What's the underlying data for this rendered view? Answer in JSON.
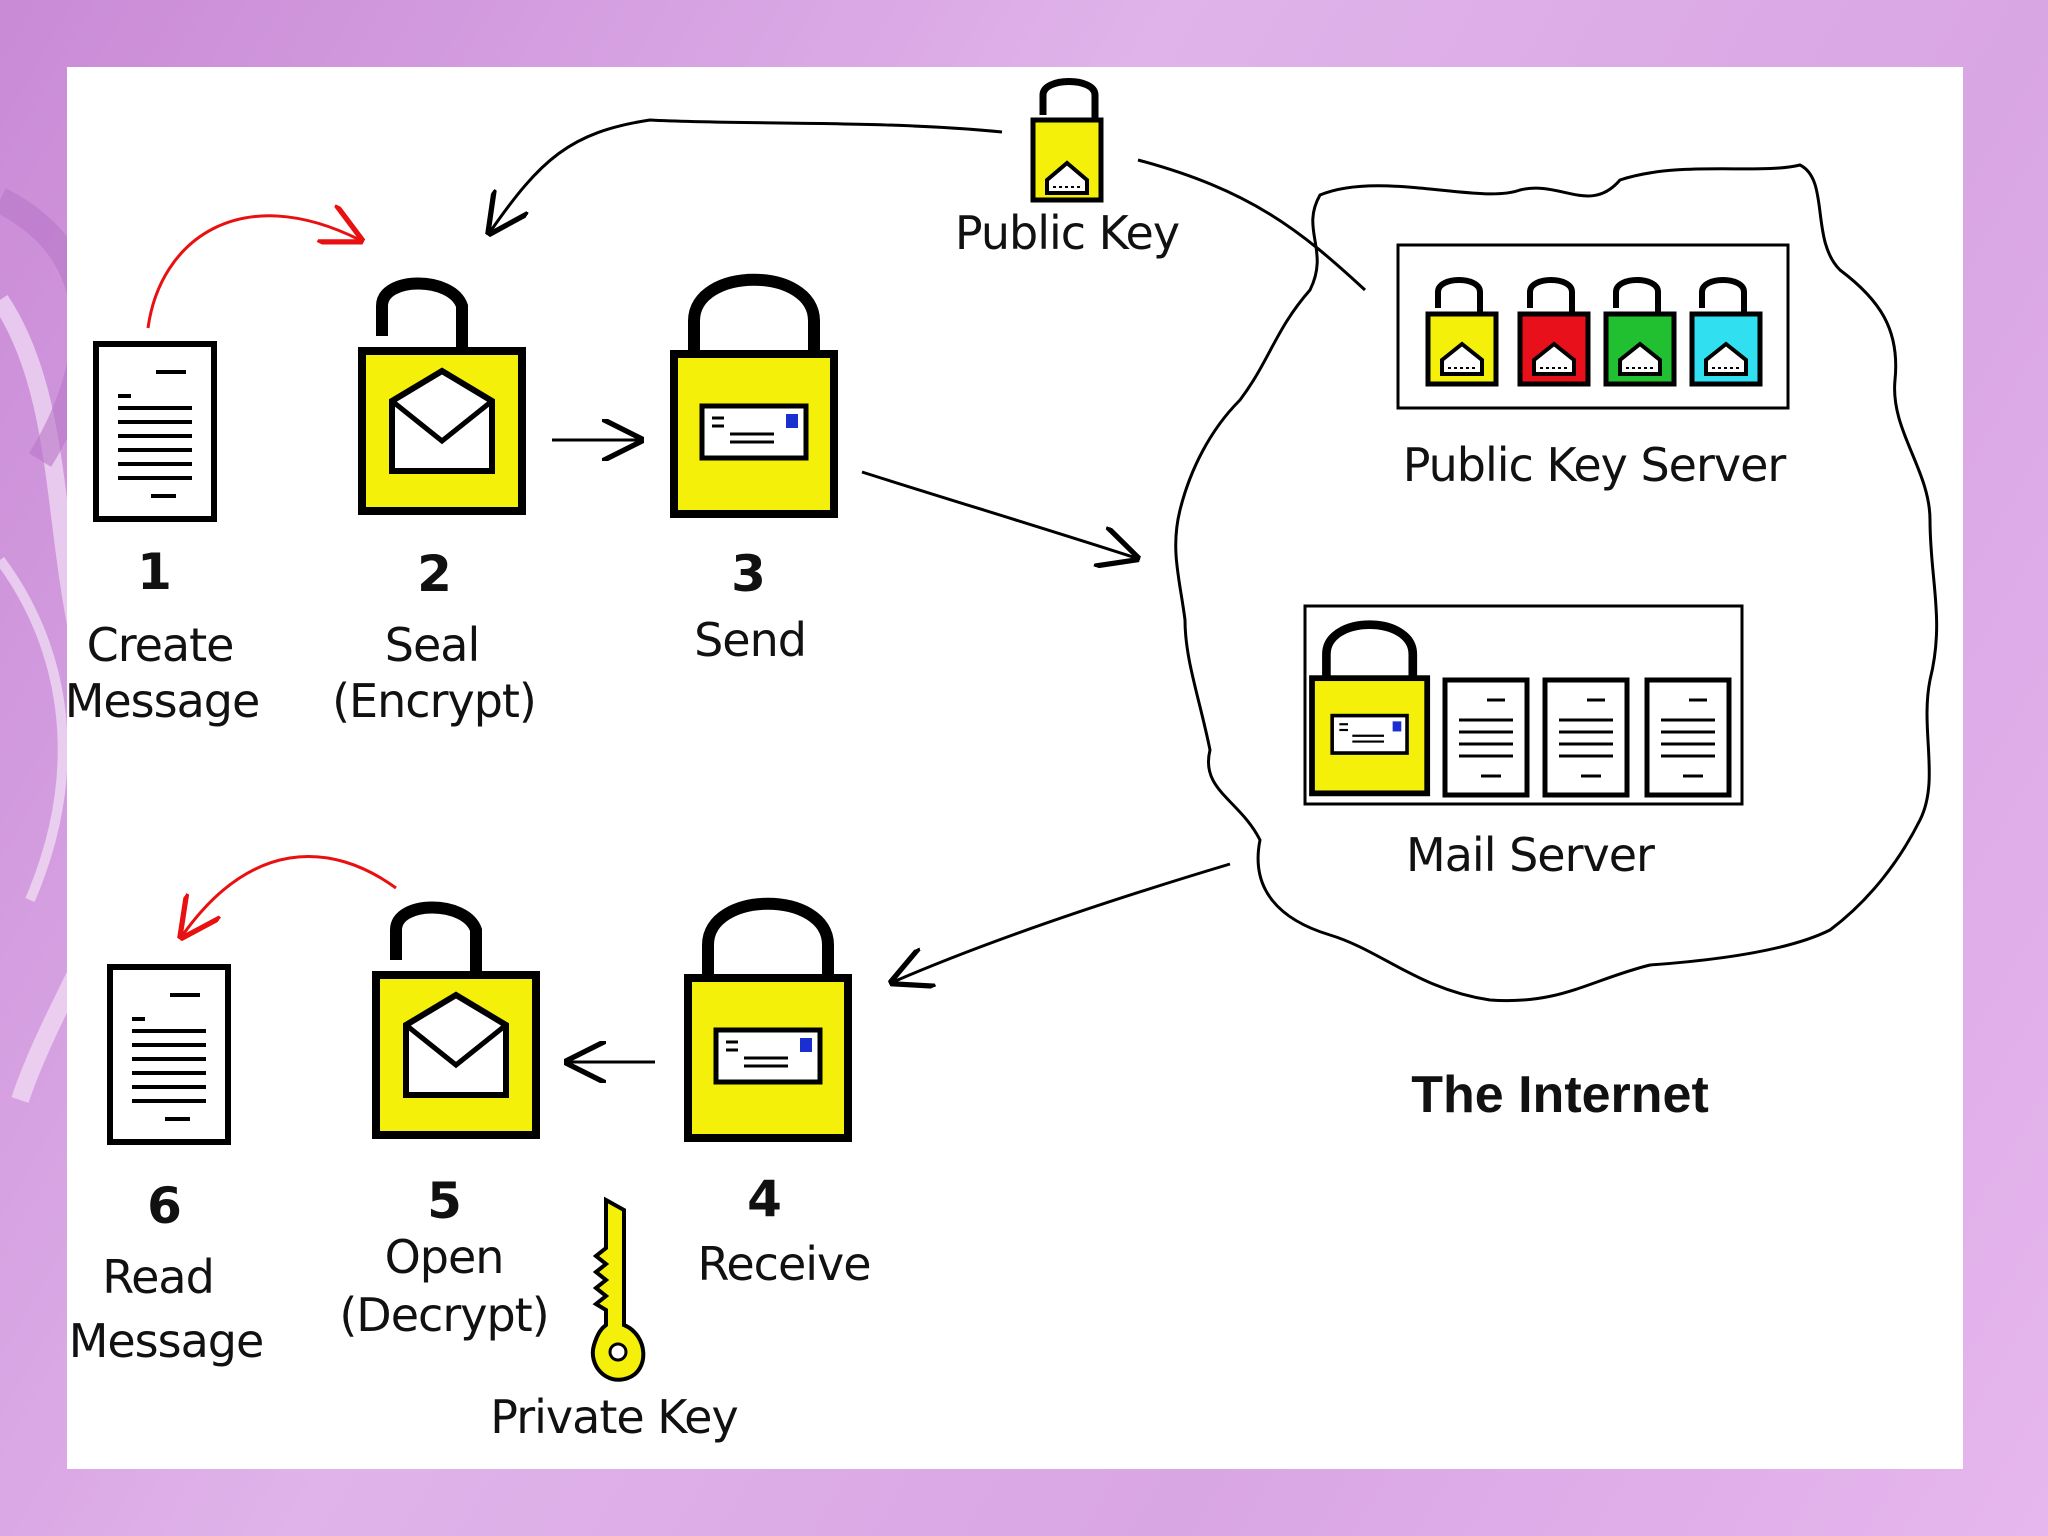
{
  "steps": {
    "s1": {
      "num": "1",
      "line1": "Create",
      "line2": "Message"
    },
    "s2": {
      "num": "2",
      "line1": "Seal",
      "line2": "(Encrypt)"
    },
    "s3": {
      "num": "3",
      "line1": "Send"
    },
    "s4": {
      "num": "4",
      "line1": "Receive"
    },
    "s5": {
      "num": "5",
      "line1": "Open",
      "line2": "(Decrypt)"
    },
    "s6": {
      "num": "6",
      "line1": "Read",
      "line2": "Message"
    }
  },
  "labels": {
    "public_key": "Public Key",
    "private_key": "Private Key",
    "public_key_server": "Public Key Server",
    "mail_server": "Mail Server",
    "internet": "The Internet"
  },
  "colors": {
    "lock_yellow": "#f5f00a",
    "key_red": "#e8101a",
    "key_green": "#20c030",
    "key_cyan": "#30e0f0",
    "arrow_red": "#e81010",
    "background": "#d9a6e4"
  }
}
